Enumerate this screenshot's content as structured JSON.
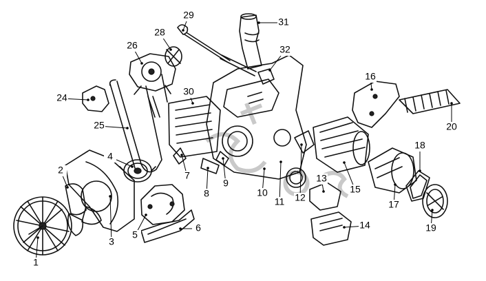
{
  "diagram": {
    "callouts": [
      "1",
      "2",
      "3",
      "4",
      "5",
      "6",
      "7",
      "8",
      "9",
      "10",
      "11",
      "12",
      "13",
      "14",
      "15",
      "16",
      "17",
      "18",
      "19",
      "20",
      "24",
      "25",
      "26",
      "28",
      "29",
      "30",
      "31",
      "32"
    ]
  }
}
